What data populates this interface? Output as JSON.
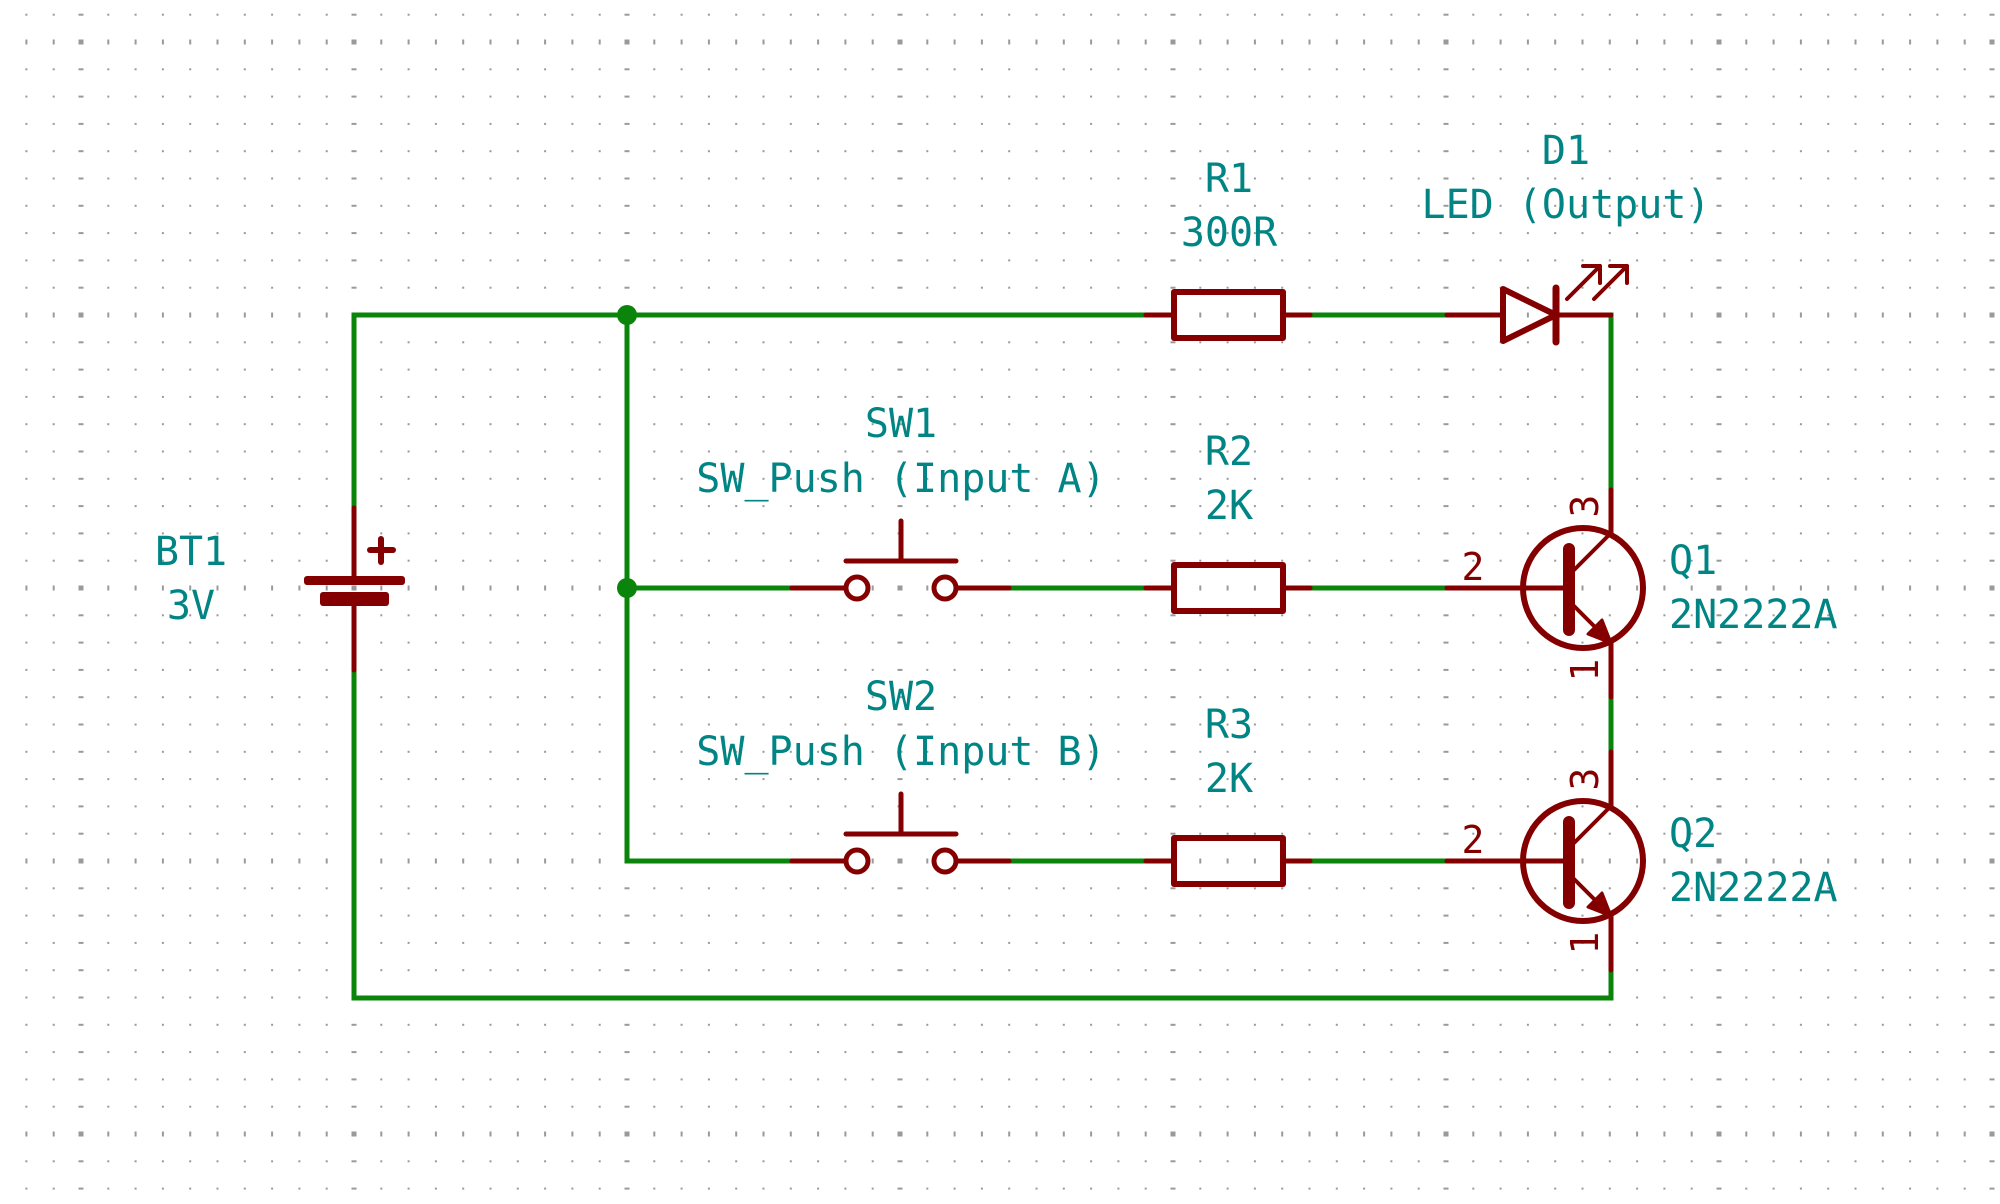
{
  "schematic": {
    "colors": {
      "wire": "#0a840a",
      "component": "#840000",
      "label": "#008484",
      "grid": "#9a9a9a",
      "background": "#ffffff"
    },
    "components": {
      "BT1": {
        "reference": "BT1",
        "value": "3V",
        "type": "battery",
        "polarity_mark": "+"
      },
      "R1": {
        "reference": "R1",
        "value": "300R",
        "type": "resistor"
      },
      "D1": {
        "reference": "D1",
        "value": "LED (Output)",
        "type": "led"
      },
      "SW1": {
        "reference": "SW1",
        "value": "SW_Push (Input A)",
        "type": "push-switch"
      },
      "R2": {
        "reference": "R2",
        "value": "2K",
        "type": "resistor"
      },
      "SW2": {
        "reference": "SW2",
        "value": "SW_Push (Input B)",
        "type": "push-switch"
      },
      "R3": {
        "reference": "R3",
        "value": "2K",
        "type": "resistor"
      },
      "Q1": {
        "reference": "Q1",
        "value": "2N2222A",
        "type": "npn-transistor",
        "pins": {
          "base": "2",
          "collector": "3",
          "emitter": "1"
        }
      },
      "Q2": {
        "reference": "Q2",
        "value": "2N2222A",
        "type": "npn-transistor",
        "pins": {
          "base": "2",
          "collector": "3",
          "emitter": "1"
        }
      }
    },
    "junction_count": 2
  }
}
